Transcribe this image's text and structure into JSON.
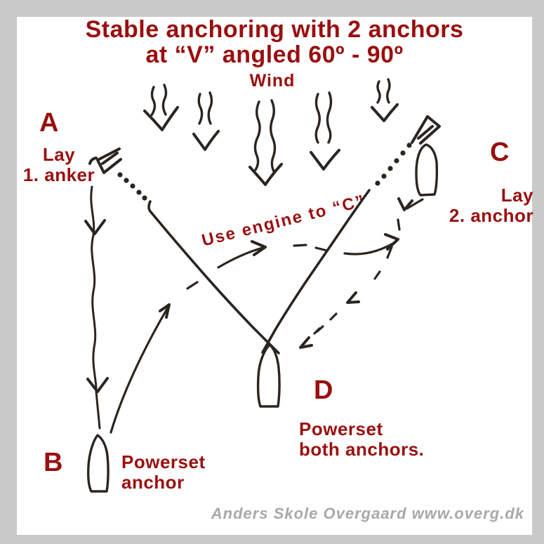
{
  "title": {
    "line1": "Stable anchoring with 2 anchors",
    "line2": "at “V” angled 60º - 90º"
  },
  "labels": {
    "wind": "Wind",
    "a": {
      "letter": "A",
      "line1": "Lay",
      "line2": "1. anker"
    },
    "b": {
      "letter": "B",
      "line1": "Powerset",
      "line2": "anchor"
    },
    "c": {
      "letter": "C",
      "line1": "Lay",
      "line2": "2. anchor"
    },
    "d": {
      "letter": "D",
      "line1": "Powerset",
      "line2": "both anchors."
    },
    "engine_note": "Use engine to “C”"
  },
  "watermark": "Anders Skole Overgaard www.overg.dk",
  "colors": {
    "accent": "#9a0f0f",
    "ink": "#2b2520",
    "frame": "#c9c9c9",
    "canvas": "#ffffff",
    "watermark": "#a8a8a8"
  },
  "icons": [
    "wind-arrow",
    "anchor-icon",
    "anchor-chain",
    "boat-hull",
    "rode-line",
    "dashed-drift-path",
    "engine-path-arrow"
  ]
}
